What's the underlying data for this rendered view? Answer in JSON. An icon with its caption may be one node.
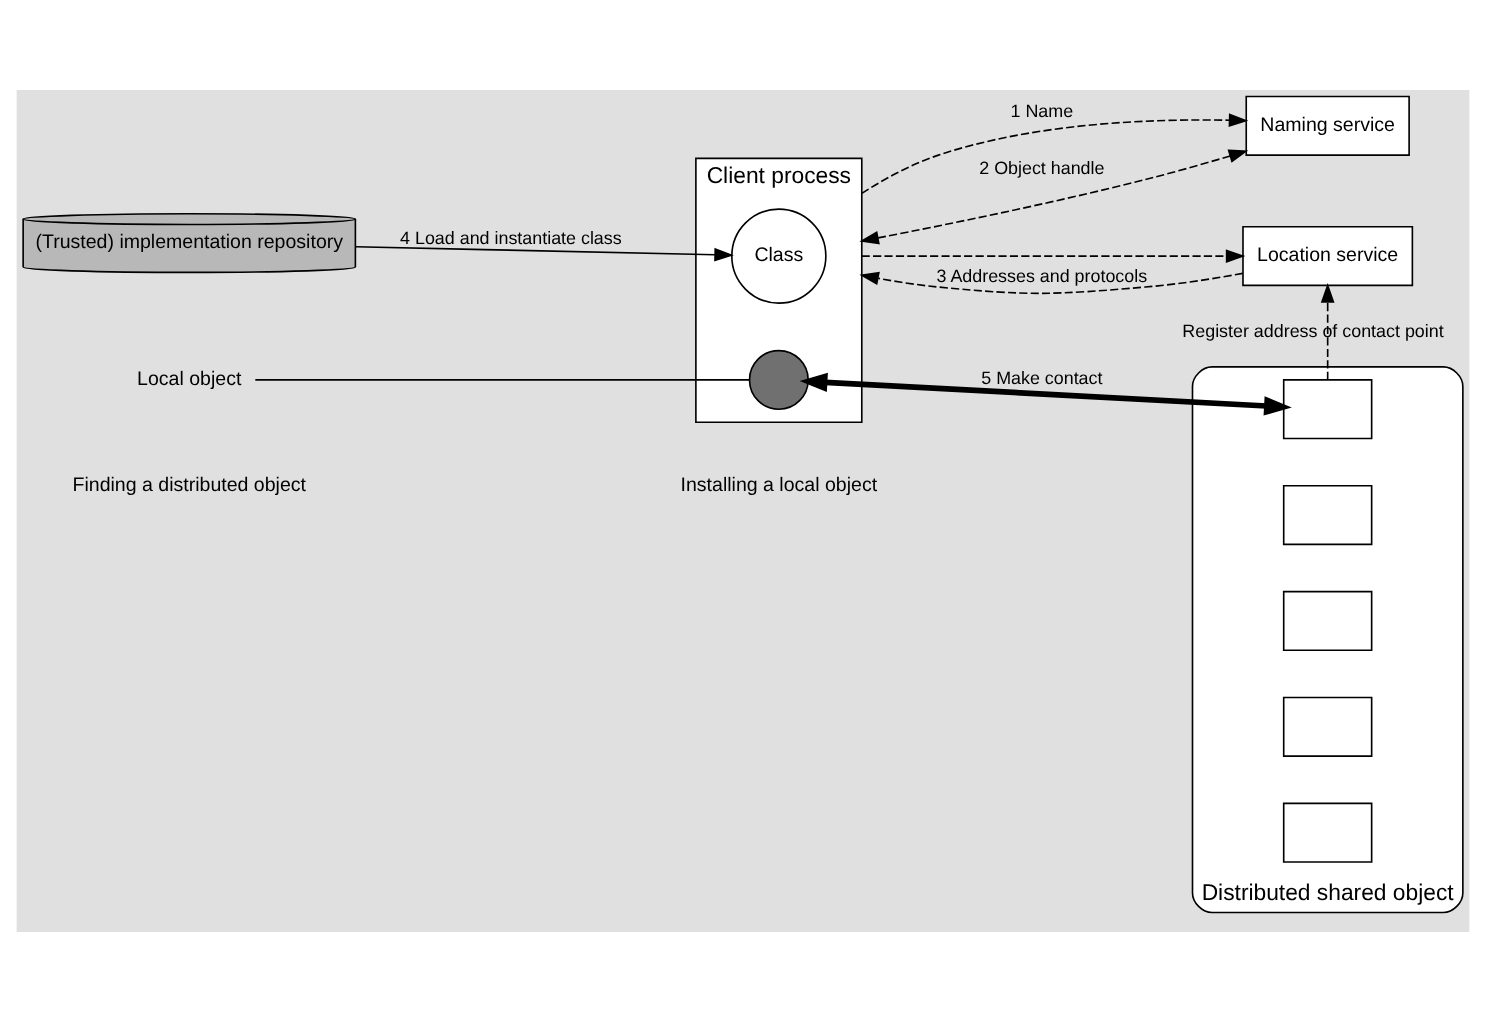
{
  "diagram": {
    "nodes": [
      {
        "text": [
          "Client process"
        ]
      },
      {
        "text": [
          "Naming service"
        ]
      },
      {
        "text": [
          "Location service"
        ]
      },
      {
        "text": [
          "Class"
        ],
        "in": 0
      },
      {
        "text": [],
        "shape": "circle",
        "in": 0
      },
      {
        "text": [
          "Local object"
        ]
      },
      {
        "text": [
          "(Trusted) implementation repository"
        ]
      },
      {
        "text": [
          "Distributed shared object"
        ]
      },
      {
        "text": [],
        "shape": "box",
        "in": 7
      },
      {
        "text": [],
        "shape": "box",
        "in": 7
      },
      {
        "text": [],
        "shape": "box",
        "in": 7
      },
      {
        "text": [],
        "shape": "box",
        "in": 7
      },
      {
        "text": [],
        "shape": "box",
        "in": 7
      }
    ],
    "edges": [
      {
        "from": 0,
        "to": 1,
        "arrow": "to",
        "style": "dashed",
        "label": "1 Name"
      },
      {
        "from": 1,
        "to": 0,
        "arrow": "both",
        "style": "dashed",
        "label": "2 Object handle"
      },
      {
        "from": 0,
        "to": 2,
        "arrow": "to",
        "style": "dashed"
      },
      {
        "from": 2,
        "to": 0,
        "arrow": "to",
        "style": "dashed",
        "label": "3 Addresses and protocols"
      },
      {
        "from": 8,
        "to": 2,
        "arrow": "to",
        "style": "dashed",
        "label": "Register address of contact point"
      },
      {
        "from": 6,
        "to": 3,
        "arrow": "to",
        "label": "4 Load and instantiate class"
      },
      {
        "from": 4,
        "to": 8,
        "arrow": "both",
        "style": "thick",
        "label": "5 Make contact"
      },
      {
        "from": 5,
        "to": 4,
        "arrow": "none"
      }
    ],
    "labels": [
      "Finding a distributed object",
      "Installing a local object"
    ]
  }
}
